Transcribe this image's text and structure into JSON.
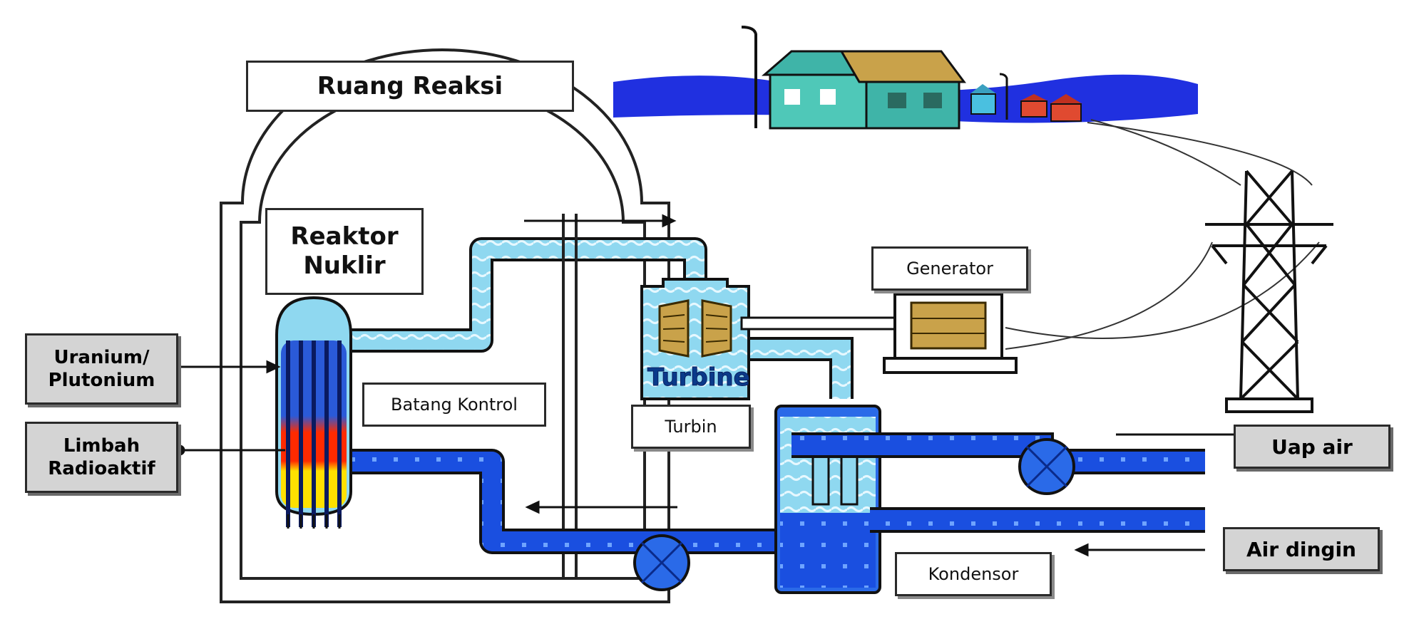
{
  "title": "",
  "labels": {
    "ruang_reaksi": "Ruang Reaksi",
    "reaktor_line1": "Reaktor",
    "reaktor_line2": "Nuklir",
    "uranium_line1": "Uranium/",
    "uranium_line2": "Plutonium",
    "limbah_line1": "Limbah",
    "limbah_line2": "Radioaktif",
    "batang_kontrol": "Batang Kontrol",
    "turbin": "Turbin",
    "turbine_on_drawing": "Turbine",
    "generator": "Generator",
    "kondensor": "Kondensor",
    "uap_air": "Uap air",
    "air_dingin": "Air dingin"
  },
  "colors": {
    "steam": "#8fd8f0",
    "water": "#1a4fe0",
    "building_outline": "#222222",
    "label_grey": "#d4d4d4",
    "turbine_blade": "#c9a24a",
    "fuel_hot": "#ff2a00",
    "fuel_warm": "#ffe000"
  },
  "icons": [
    "house-icon",
    "transmission-tower-icon",
    "pump-icon",
    "street-lamp-icon"
  ]
}
